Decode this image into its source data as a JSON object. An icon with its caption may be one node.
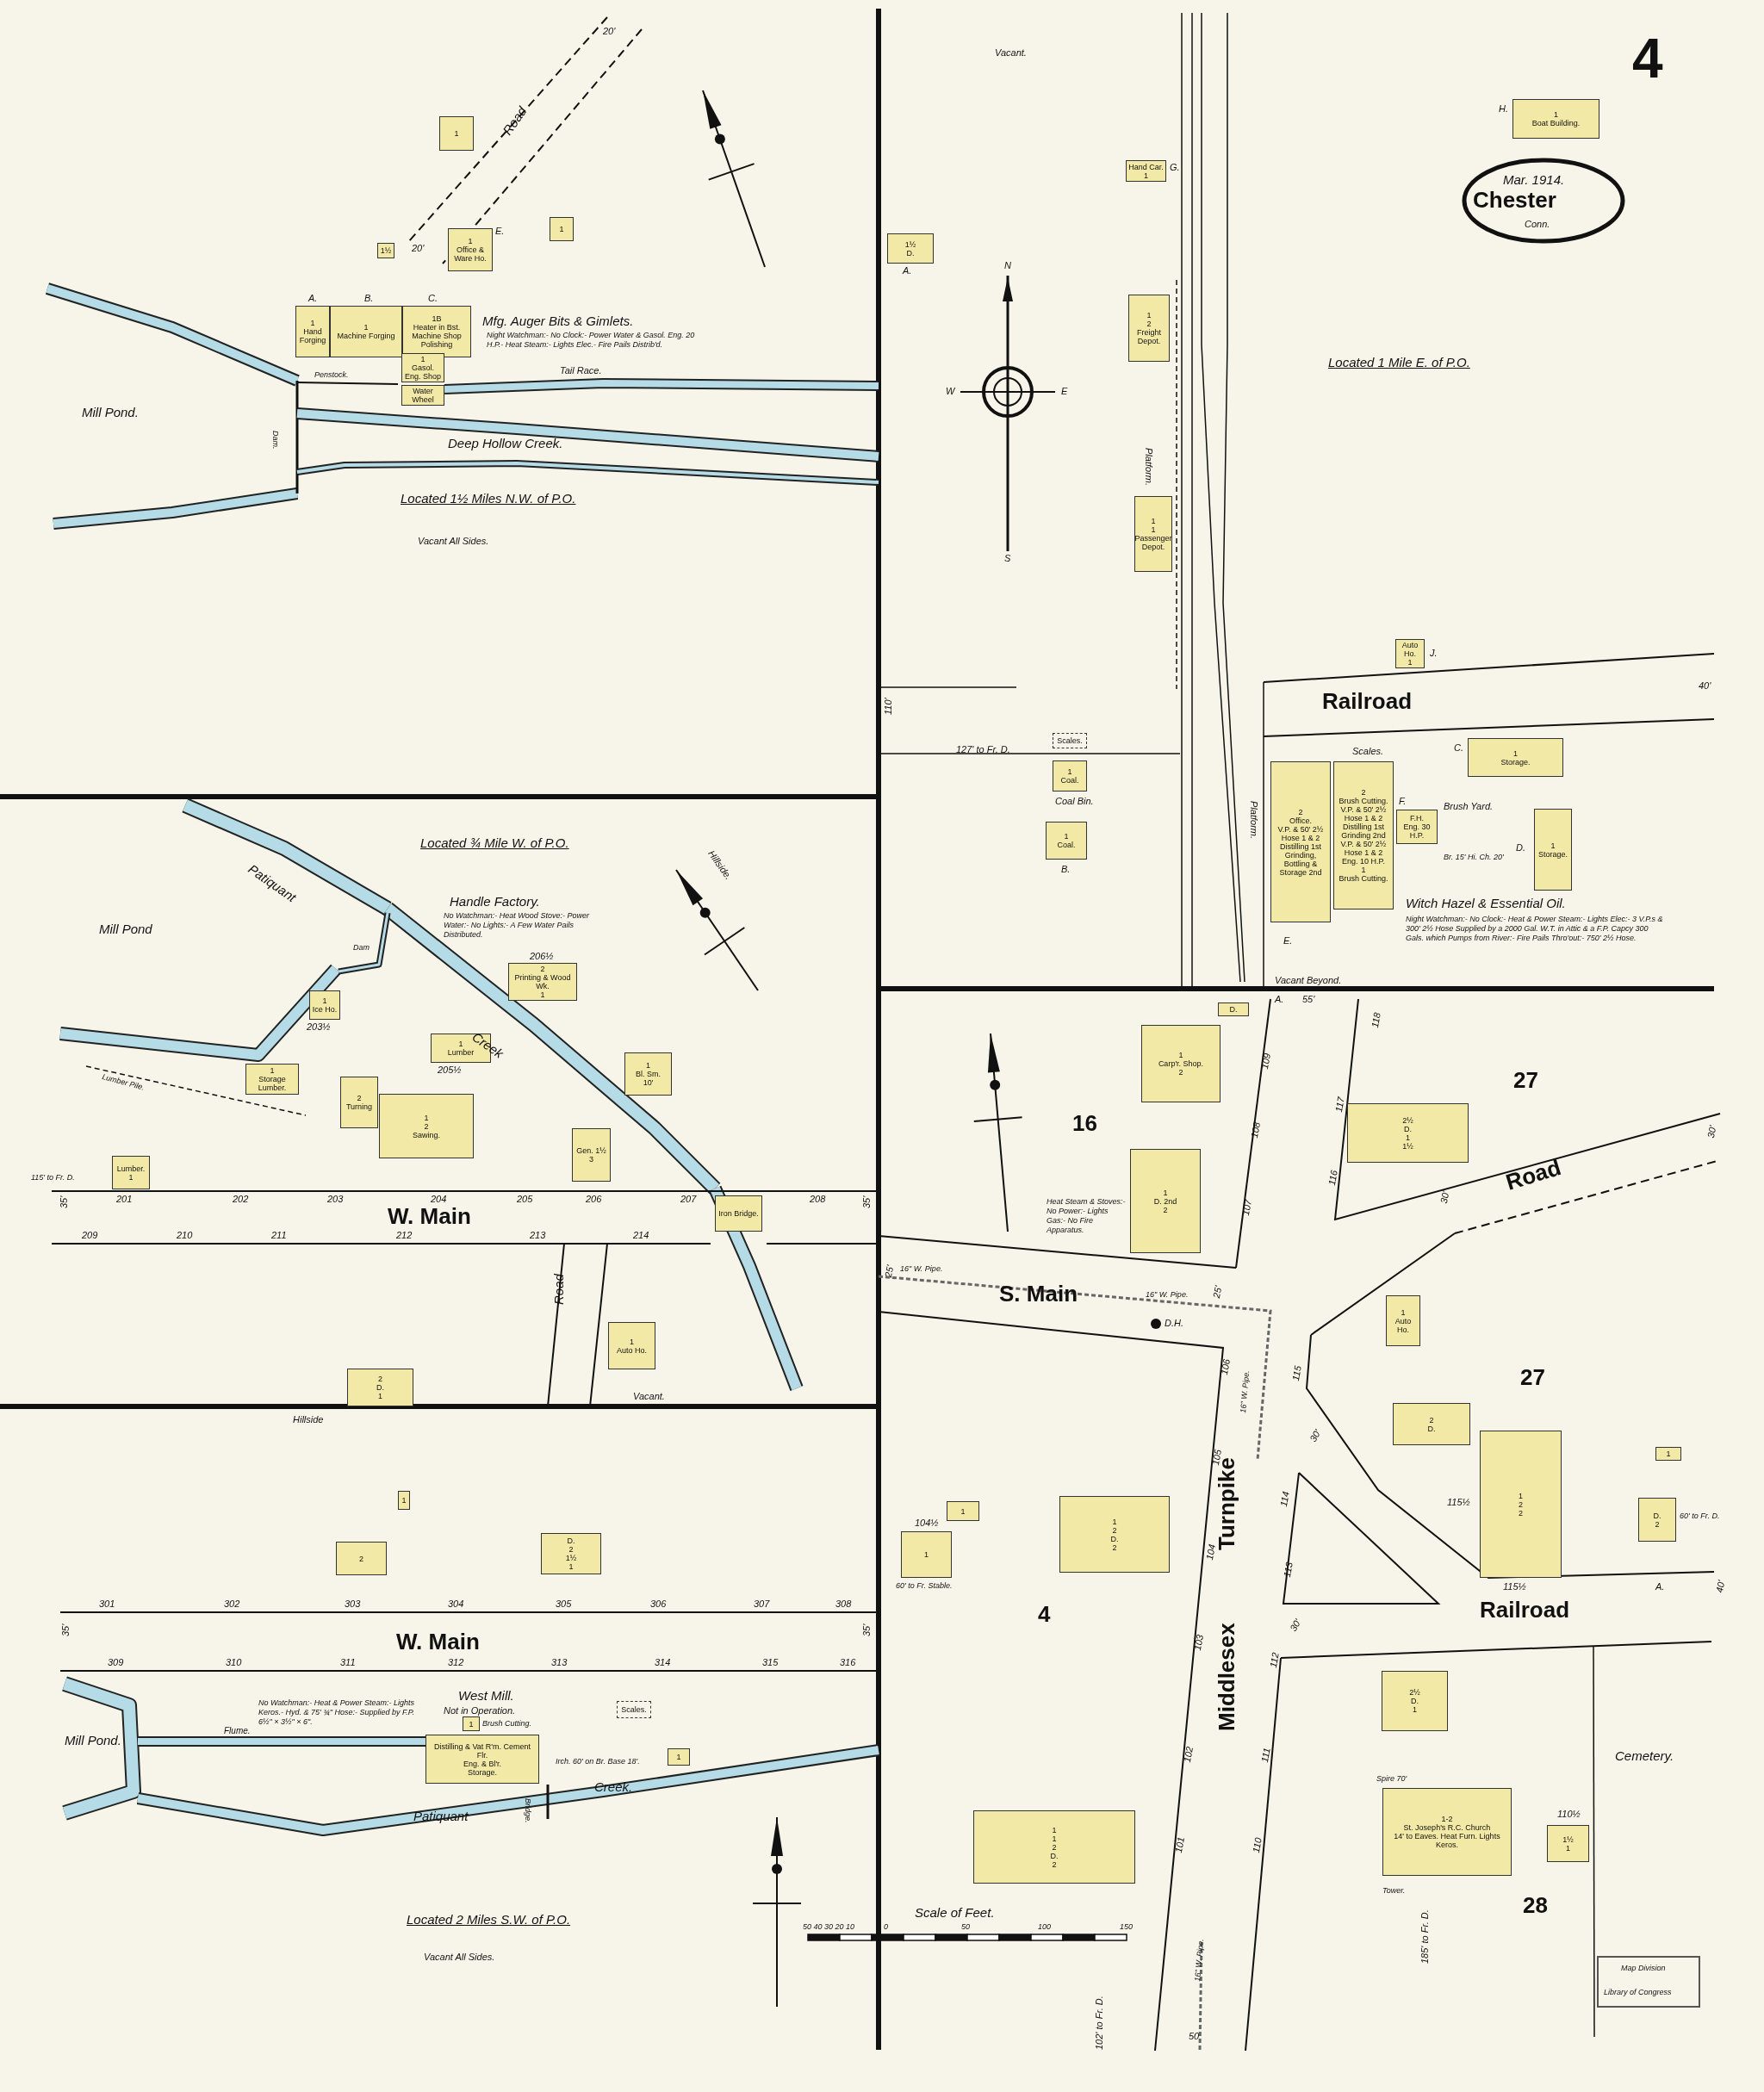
{
  "diagram": {
    "nodes": [
      {
        "text": [
          "1",
          "Hand Forging"
        ]
      },
      {
        "text": [
          "1",
          "Machine Forging"
        ]
      },
      {
        "text": [
          "1B",
          "Heater in Bst.",
          "Machine Shop Polishing"
        ]
      },
      {
        "text": [
          "1",
          "Gasol. Eng. Shop"
        ]
      },
      {
        "text": [
          "Water Wheel"
        ]
      },
      {
        "text": [
          "1",
          "Office & Ware Ho."
        ]
      },
      {
        "text": [
          "1½"
        ]
      },
      {
        "text": [
          "1"
        ]
      },
      {
        "text": [
          "1"
        ]
      },
      {
        "text": [
          "1",
          "Boat Building."
        ]
      },
      {
        "text": [
          "Hand Car.",
          "1"
        ]
      },
      {
        "text": [
          "1½",
          "D."
        ]
      },
      {
        "text": [
          "1",
          "2",
          "Freight Depot."
        ]
      },
      {
        "text": [
          "1",
          "1",
          "Passenger Depot."
        ]
      },
      {
        "text": [
          "Auto Ho.",
          "1"
        ]
      },
      {
        "text": [
          "Scales."
        ]
      },
      {
        "text": [
          "1",
          "Coal."
        ]
      },
      {
        "text": [
          "1",
          "Coal."
        ]
      },
      {
        "text": [
          "1",
          "Storage."
        ]
      },
      {
        "text": [
          "1",
          "Storage."
        ]
      },
      {
        "text": [
          "2",
          "Office.",
          "V.P. & 50' 2½ Hose 1 & 2",
          "Distilling 1st Grinding, Bottling & Storage 2nd"
        ]
      },
      {
        "text": [
          "2",
          "Brush Cutting.",
          "V.P. & 50' 2½ Hose 1 & 2",
          "Distilling 1st Grinding 2nd",
          "V.P. & 50' 2½ Hose 1 & 2",
          "Eng. 10 H.P.",
          "1",
          "Brush Cutting."
        ]
      },
      {
        "text": [
          "F.H.",
          "Eng. 30 H.P."
        ]
      },
      {
        "text": [
          "1",
          "Ice Ho."
        ]
      },
      {
        "text": [
          "2",
          "Printing & Wood Wk.",
          "1"
        ]
      },
      {
        "text": [
          "1",
          "Lumber"
        ]
      },
      {
        "text": [
          "1",
          "Storage Lumber."
        ]
      },
      {
        "text": [
          "2",
          "Turning"
        ]
      },
      {
        "text": [
          "1",
          "2",
          "Sawing."
        ]
      },
      {
        "text": [
          "1",
          "Bl. Sm.",
          "10'"
        ]
      },
      {
        "text": [
          "Gen. 1½",
          "3"
        ]
      },
      {
        "text": [
          "Lumber.",
          "1"
        ]
      },
      {
        "text": [
          "Iron Bridge."
        ]
      },
      {
        "text": [
          "1",
          "Auto Ho."
        ]
      },
      {
        "text": [
          "2",
          "D.",
          "1"
        ]
      },
      {
        "text": [
          "1"
        ]
      },
      {
        "text": [
          "2"
        ]
      },
      {
        "text": [
          "D.",
          "2",
          "1½",
          "1"
        ]
      },
      {
        "text": [
          "1"
        ]
      },
      {
        "text": [
          "Distilling & Vat R'm. Cement Flr.",
          "Eng. & Bl'r.",
          "Storage."
        ]
      },
      {
        "text": [
          "1"
        ]
      },
      {
        "text": [
          "Scales."
        ]
      },
      {
        "text": [
          "D."
        ]
      },
      {
        "text": [
          "1",
          "Carp'r. Shop.",
          "2"
        ]
      },
      {
        "text": [
          "1",
          "D. 2nd",
          "2"
        ]
      },
      {
        "text": [
          "2½",
          "D.",
          "1",
          "1½"
        ]
      },
      {
        "text": [
          "1",
          "Auto Ho."
        ]
      },
      {
        "text": [
          "2",
          "D."
        ]
      },
      {
        "text": [
          "1",
          "2",
          "2"
        ]
      },
      {
        "text": [
          "1"
        ]
      },
      {
        "text": [
          "D.",
          "2"
        ]
      },
      {
        "text": [
          "1"
        ]
      },
      {
        "text": [
          "1"
        ]
      },
      {
        "text": [
          "1",
          "2",
          "D.",
          "2"
        ]
      },
      {
        "text": [
          "1",
          "1",
          "2",
          "D.",
          "2"
        ]
      },
      {
        "text": [
          "2½",
          "D.",
          "1"
        ]
      },
      {
        "text": [
          "1-2",
          "St. Joseph's R.C. Church",
          "14' to Eaves. Heat Furn. Lights Keros."
        ]
      },
      {
        "text": [
          "1½",
          "1"
        ]
      }
    ],
    "labels": [
      "A.",
      "B.",
      "C.",
      "E.",
      "20'",
      "20'",
      "Road",
      "Mfg. Auger Bits & Gimlets.",
      "Night Watchman:- No Clock:- Power Water & Gasol. Eng. 20 H.P.- Heat Steam:- Lights Elec.- Fire Pails Distrib'd.",
      "Penstock.",
      "Tail Race.",
      "Dam.",
      "Mill Pond.",
      "Deep Hollow Creek.",
      "Located 1½ Miles N.W. of P.O.",
      "Vacant All Sides.",
      "Vacant.",
      "4",
      "Mar. 1914.",
      "Chester",
      "Conn.",
      "H.",
      "G.",
      "A.",
      "N",
      "W",
      "E",
      "S",
      "Platform.",
      "Located 1 Mile E. of P.O.",
      "J.",
      "Railroad",
      "40'",
      "110'",
      "127' to Fr. D.",
      "Coal Bin.",
      "B.",
      "C.",
      "Scales.",
      "Platform.",
      "E.",
      "F.",
      "Brush Yard.",
      "Br. 15' Hi. Ch. 20'",
      "D.",
      "Witch Hazel & Essential Oil.",
      "Night Watchman:- No Clock:- Heat & Power Steam:- Lights Elec:- 3 V.P.s & 300' 2½ Hose Supplied by a 2000 Gal. W.T. in Attic & a F.P. Capcy 300 Gals. which Pumps from River:- Fire Pails Thro'out:- 750' 2½ Hose.",
      "Vacant Beyond.",
      "Located ¾ Mile W. of P.O.",
      "Handle Factory.",
      "No Watchman:- Heat Wood Stove:- Power Water:- No Lights:- A Few Water Pails Distributed.",
      "Mill Pond",
      "Patiquant",
      "Dam",
      "Creek",
      "Hillside.",
      "Lumber Pile.",
      "203½",
      "206½",
      "205½",
      "115' to Fr. D.",
      "201",
      "202",
      "203",
      "204",
      "205",
      "206",
      "207",
      "208",
      "35'",
      "W. Main",
      "35'",
      "209",
      "210",
      "211",
      "212",
      "213",
      "214",
      "Road",
      "Vacant.",
      "Hillside",
      "301",
      "302",
      "303",
      "304",
      "305",
      "306",
      "307",
      "308",
      "35'",
      "W. Main",
      "35'",
      "309",
      "310",
      "311",
      "312",
      "313",
      "314",
      "315",
      "316",
      "West Mill.",
      "Not in Operation.",
      "No Watchman:- Heat & Power Steam:- Lights Keros.- Hyd. & 75' ¾\" Hose:- Supplied by F.P. 6½\" × 3½\" × 6\".",
      "Brush Cutting.",
      "Mill Pond.",
      "Flume.",
      "Irch. 60' on Br. Base 18'.",
      "Bridge.",
      "Patiquant",
      "Creek.",
      "Located 2 Miles S.W. of P.O.",
      "Vacant All Sides.",
      "50 40 30 20 10",
      "A.",
      "55'",
      "16",
      "27",
      "Heat Steam & Stoves:- No Power:- Lights Gas:- No Fire Apparatus.",
      "109",
      "108",
      "107",
      "118",
      "117",
      "116",
      "Road",
      "30'",
      "30'",
      "25'",
      "16\" W. Pipe.",
      "S. Main",
      "16\" W. Pipe.",
      "25'",
      "D.H.",
      "106",
      "16\" W. Pipe.",
      "115",
      "27",
      "30'",
      "105",
      "114",
      "115½",
      "104½",
      "60' to Fr. D.",
      "Turnpike",
      "60' to Fr. Stable.",
      "104",
      "113",
      "115½",
      "A.",
      "4",
      "Railroad",
      "40'",
      "30'",
      "103",
      "112",
      "Middlesex",
      "Cemetery.",
      "102",
      "111",
      "Spire 70'",
      "Tower.",
      "110½",
      "28",
      "101",
      "110",
      "Scale of Feet.",
      "0",
      "50",
      "100",
      "150",
      "102' to Fr. D.",
      "16\" W. Pipe.",
      "50",
      "185' to Fr. D.",
      "Map Division",
      "Library of Congress"
    ]
  }
}
